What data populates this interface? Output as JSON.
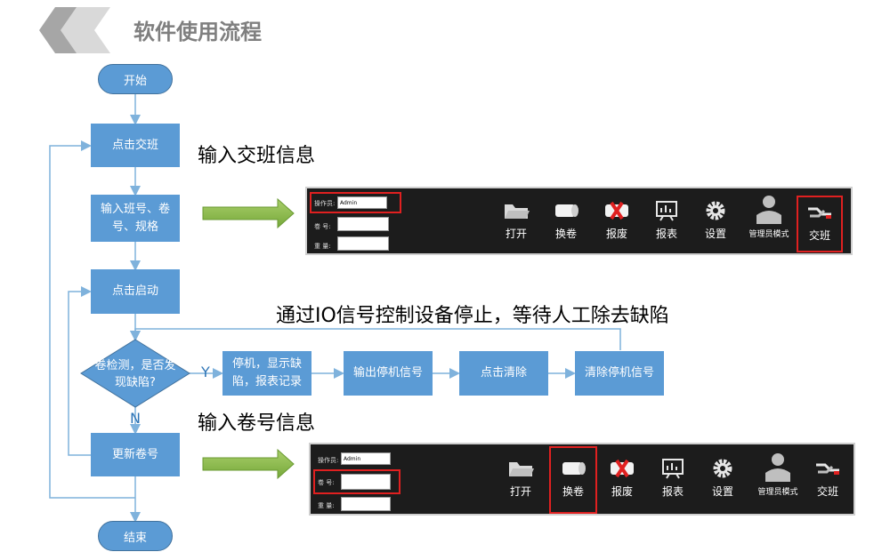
{
  "title": "软件使用流程",
  "flow": {
    "start": "开始",
    "click_handover": "点击交班",
    "input_info": "输入班号、卷号、规格",
    "click_start": "点击启动",
    "decision": "卷检测，是否发现缺陷?",
    "stop_display": "停机，显示缺陷，报表记录",
    "output_stop": "输出停机信号",
    "click_clear": "点击清除",
    "clear_stop": "清除停机信号",
    "update_roll": "更新卷号",
    "end": "结束",
    "yes": "Y",
    "no": "N"
  },
  "annotations": {
    "handover_info": "输入交班信息",
    "io_signal": "通过IO信号控制设备停止，等待人工除去缺陷",
    "roll_info": "输入卷号信息"
  },
  "toolbar1": {
    "operator_label": "操作员:",
    "operator_value": "Admin",
    "roll_label": "卷 号:",
    "weight_label": "重 量:",
    "buttons": [
      "打开",
      "换卷",
      "报废",
      "报表",
      "设置",
      "管理员模式",
      "交班"
    ]
  },
  "toolbar2": {
    "operator_label": "操作员:",
    "operator_value": "Admin",
    "roll_label": "卷 号:",
    "weight_label": "重 量:",
    "buttons": [
      "打开",
      "换卷",
      "报废",
      "报表",
      "设置",
      "管理员模式",
      "交班"
    ]
  },
  "colors": {
    "box_fill": "#5b9bd5",
    "connector": "#7fb2dc",
    "arrow_green": "#8dba4a",
    "highlight": "#e02020",
    "toolbar_bg": "#1c1c1c"
  }
}
